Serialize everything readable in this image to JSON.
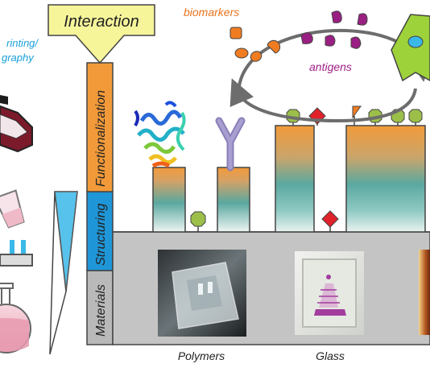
{
  "labels": {
    "interaction": "Interaction",
    "functionalization": "Functionalization",
    "structuring": "Structuring",
    "materials": "Materials",
    "biomarkers": "biomarkers",
    "antigens": "antigens",
    "printing_top": "rinting/",
    "printing_bottom": "graphy",
    "polymers": "Polymers",
    "glass": "Glass"
  },
  "colors": {
    "interaction_fill": "#f6f59a",
    "functionalization_fill": "#f29a3a",
    "structuring_fill": "#1f96d8",
    "materials_fill": "#b9b9b9",
    "biomarker_orange": "#f07c22",
    "antigen_purple": "#9a1f83",
    "green_octagon": "#9cbf4a",
    "red_diamond": "#e0222a",
    "teal": "#2f9a92",
    "cyan": "#3ab8e8",
    "printing_text": "#1aa0d8",
    "biomarkers_text": "#e8731d",
    "antigens_text": "#a01f86"
  },
  "icons": [
    "protein-structure-icon",
    "antibody-icon",
    "green-octagon-icon",
    "red-diamond-icon",
    "orange-triangle-icon",
    "cell-icon",
    "cycle-arrow-icon",
    "flask-icon",
    "beaker-icon",
    "polymer-chip-photo",
    "glass-chip-photo"
  ]
}
